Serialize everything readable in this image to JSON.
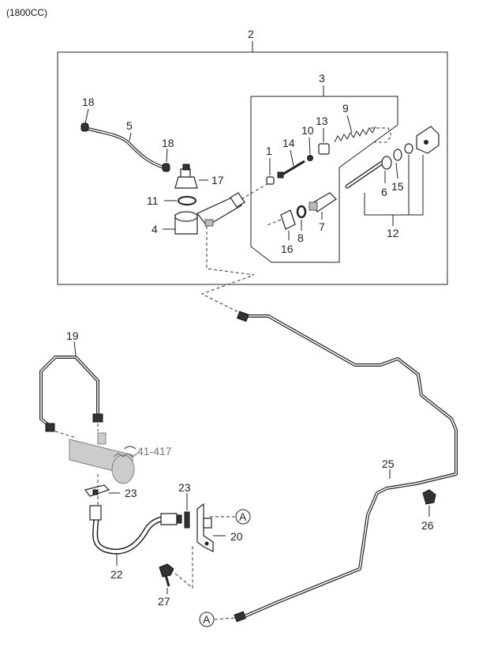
{
  "header": {
    "engine": "(1800CC)"
  },
  "callouts": {
    "c1": "1",
    "c2": "2",
    "c3": "3",
    "c4": "4",
    "c5": "5",
    "c6": "6",
    "c7": "7",
    "c8": "8",
    "c9": "9",
    "c10": "10",
    "c11": "11",
    "c12": "12",
    "c13": "13",
    "c14": "14",
    "c15": "15",
    "c16": "16",
    "c17": "17",
    "c18a": "18",
    "c18b": "18",
    "c19": "19",
    "c20": "20",
    "c22": "22",
    "c23a": "23",
    "c23b": "23",
    "c25": "25",
    "c26": "26",
    "c27": "27"
  },
  "reference": {
    "ref_41_417": "41-417"
  },
  "connectors": {
    "a1": "A",
    "a2": "A"
  },
  "icons": [
    "clutch-master-cylinder-icon",
    "clutch-release-cylinder-icon",
    "clutch-pipe-icon",
    "clutch-hose-icon",
    "bracket-icon",
    "bolt-icon",
    "clip-icon"
  ]
}
